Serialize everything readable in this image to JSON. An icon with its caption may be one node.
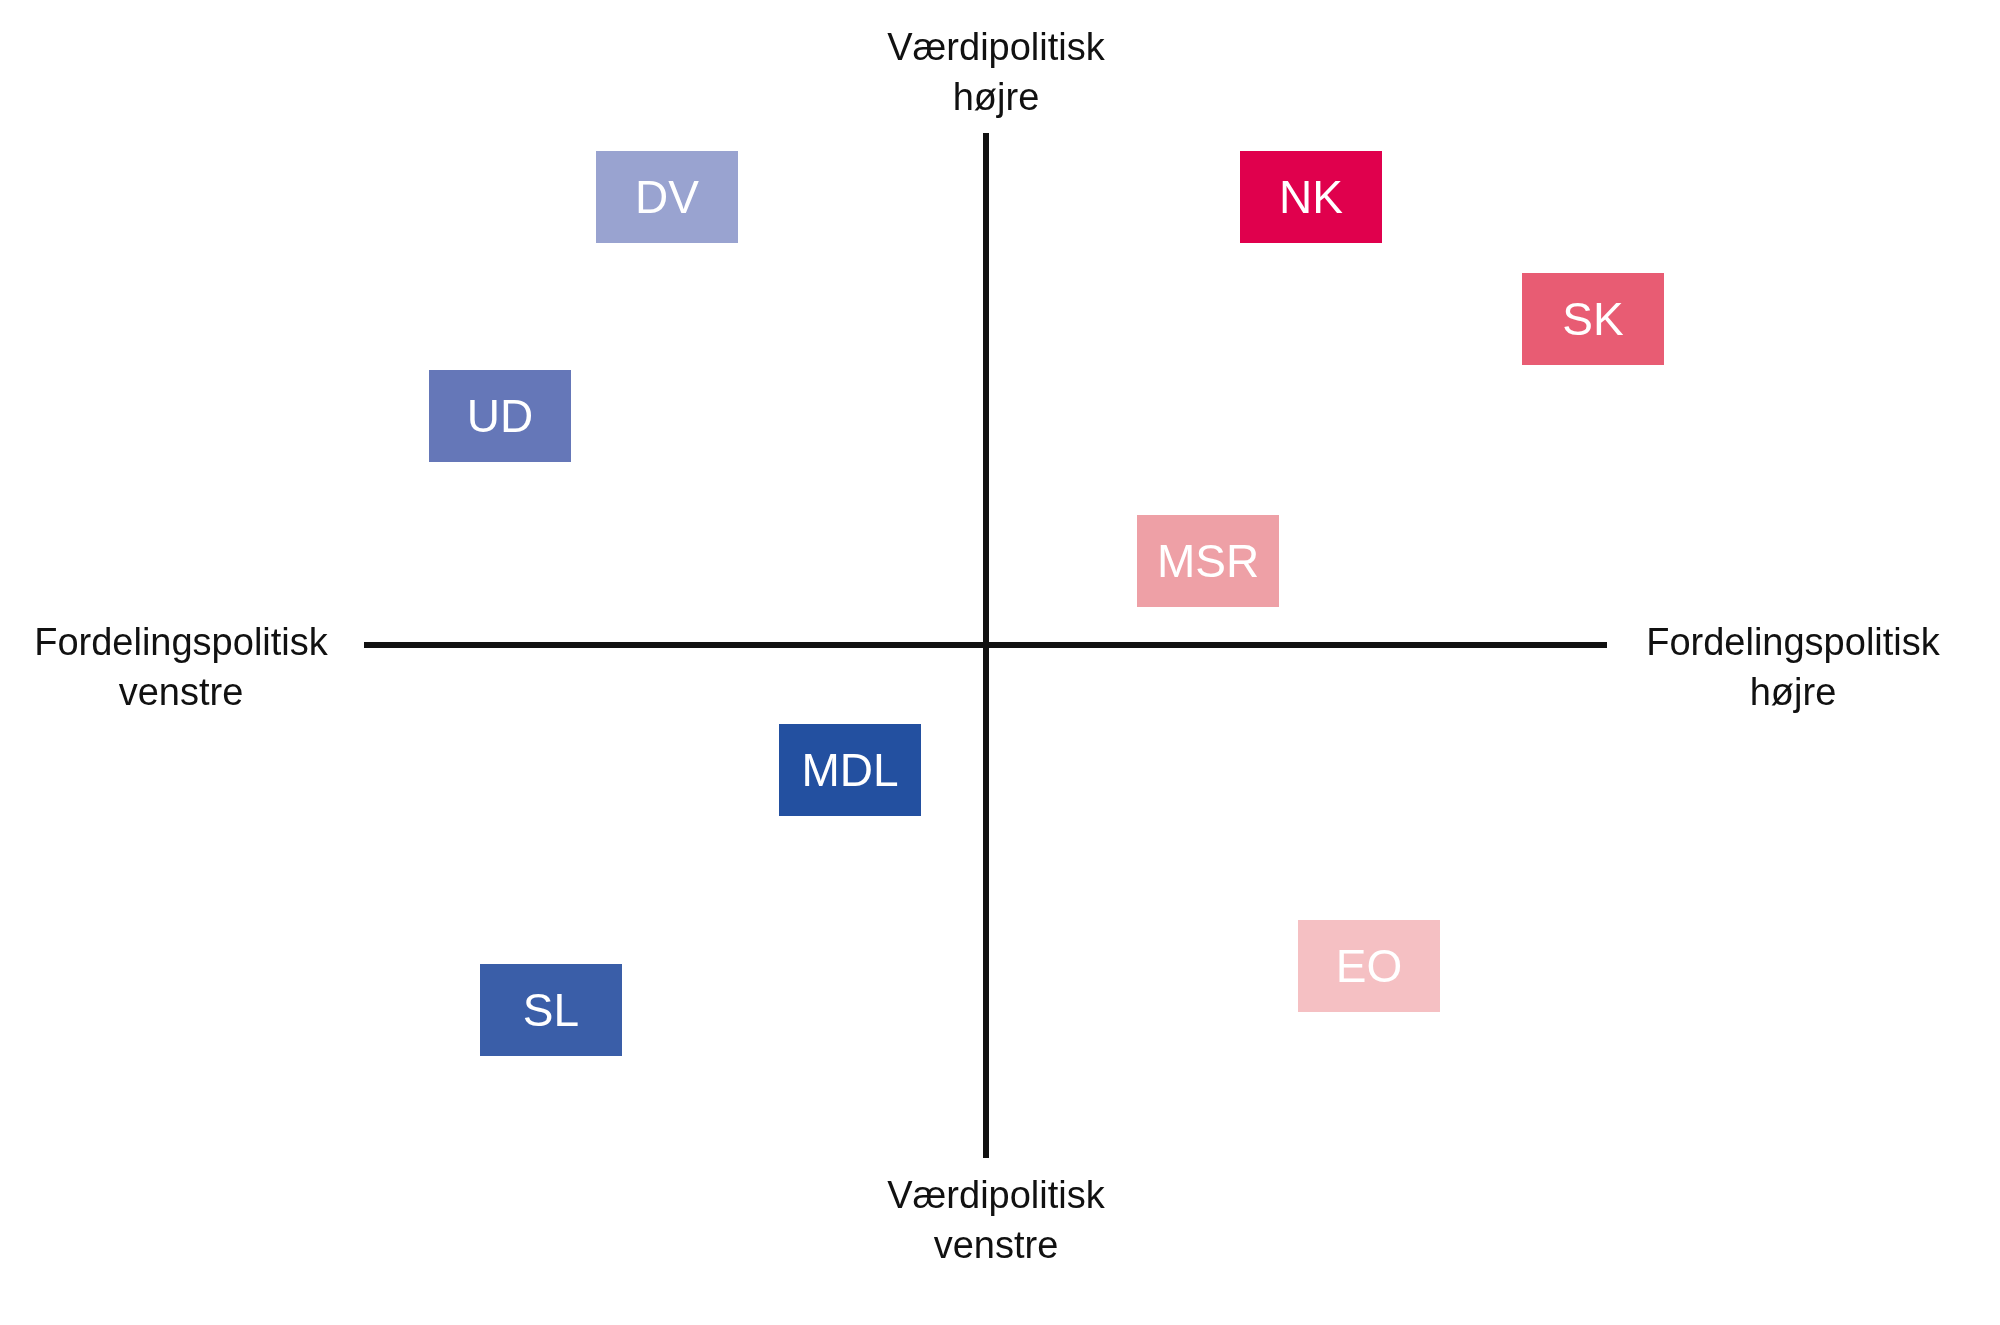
{
  "diagram": {
    "nodes": [
      {
        "text": [
          "DV"
        ]
      },
      {
        "text": [
          "NK"
        ]
      },
      {
        "text": [
          "SK"
        ]
      },
      {
        "text": [
          "UD"
        ]
      },
      {
        "text": [
          "MSR"
        ]
      },
      {
        "text": [
          "MDL"
        ]
      },
      {
        "text": [
          "SL"
        ]
      },
      {
        "text": [
          "EO"
        ]
      }
    ],
    "labels": [
      "Værdipolitisk højre",
      "Fordelingspolitisk venstre",
      "Fordelingspolitisk højre",
      "Værdipolitisk venstre"
    ]
  }
}
